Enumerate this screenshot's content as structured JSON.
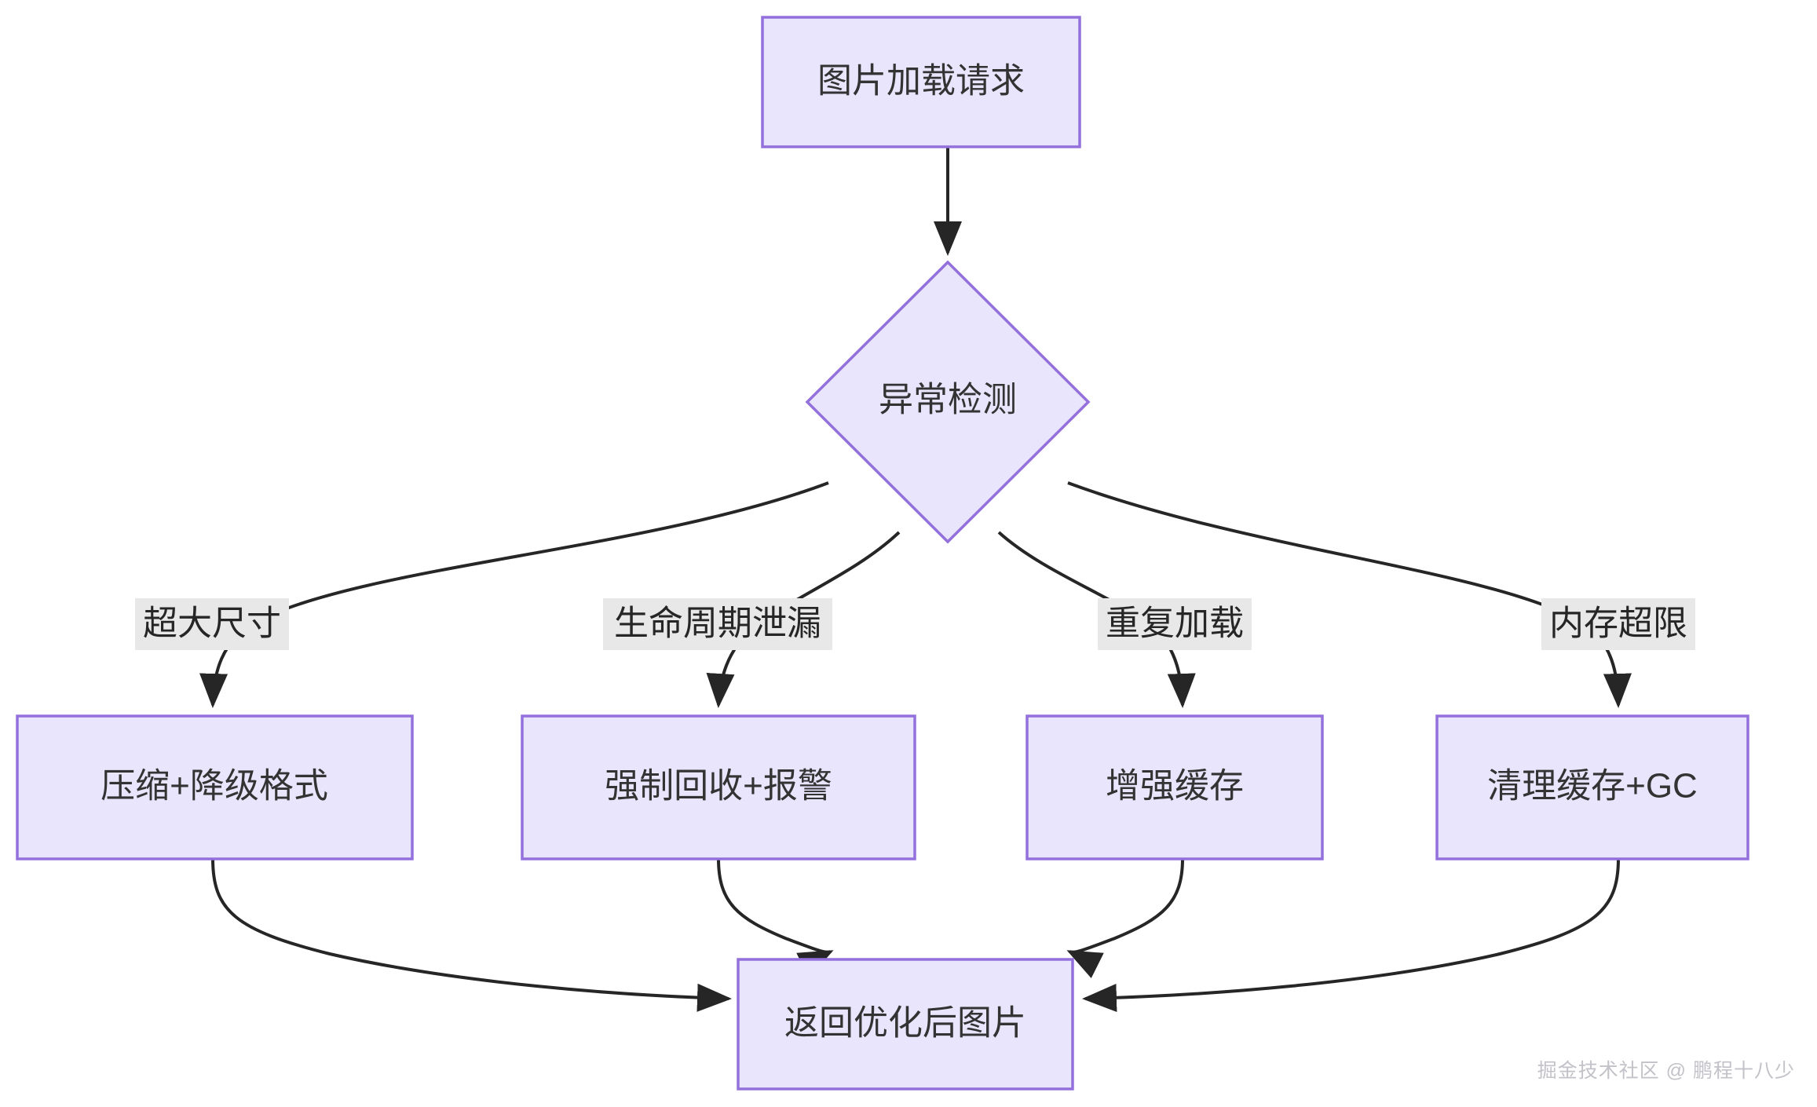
{
  "diagram": {
    "type": "flowchart",
    "direction": "top-down",
    "title": "",
    "palette": {
      "node_fill": "#e8e5fc",
      "node_stroke": "#9370db",
      "edge_stroke": "#262626",
      "edge_label_bg": "#e8e8e8",
      "text": "#333333",
      "background": "#ffffff",
      "watermark": "#c2c2c8"
    },
    "nodes": [
      {
        "id": "start",
        "label": "图片加载请求",
        "shape": "rect"
      },
      {
        "id": "detect",
        "label": "异常检测",
        "shape": "diamond"
      },
      {
        "id": "oversize",
        "label": "压缩+降级格式",
        "shape": "rect"
      },
      {
        "id": "leak",
        "label": "强制回收+报警",
        "shape": "rect"
      },
      {
        "id": "repeat",
        "label": "增强缓存",
        "shape": "rect"
      },
      {
        "id": "memory",
        "label": "清理缓存+GC",
        "shape": "rect"
      },
      {
        "id": "result",
        "label": "返回优化后图片",
        "shape": "rect"
      }
    ],
    "edges": [
      {
        "from": "start",
        "to": "detect",
        "label": ""
      },
      {
        "from": "detect",
        "to": "oversize",
        "label": "超大尺寸"
      },
      {
        "from": "detect",
        "to": "leak",
        "label": "生命周期泄漏"
      },
      {
        "from": "detect",
        "to": "repeat",
        "label": "重复加载"
      },
      {
        "from": "detect",
        "to": "memory",
        "label": "内存超限"
      },
      {
        "from": "oversize",
        "to": "result",
        "label": ""
      },
      {
        "from": "leak",
        "to": "result",
        "label": ""
      },
      {
        "from": "repeat",
        "to": "result",
        "label": ""
      },
      {
        "from": "memory",
        "to": "result",
        "label": ""
      }
    ]
  },
  "watermark": {
    "text": "掘金技术社区 @ 鹏程十八少"
  }
}
